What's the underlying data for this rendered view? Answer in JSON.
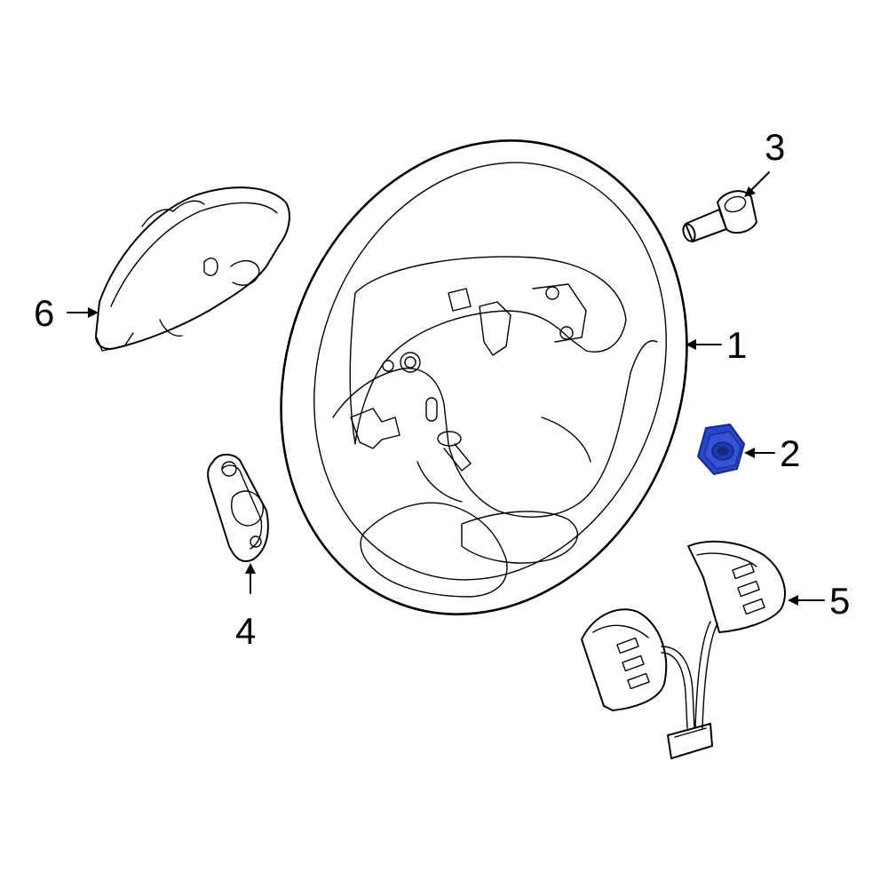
{
  "callouts": {
    "c1": "1",
    "c2": "2",
    "c3": "3",
    "c4": "4",
    "c5": "5",
    "c6": "6"
  },
  "colors": {
    "line": "#000000",
    "highlight": "#2a46c8",
    "highlight_dark": "#162a8a",
    "background": "#ffffff"
  }
}
